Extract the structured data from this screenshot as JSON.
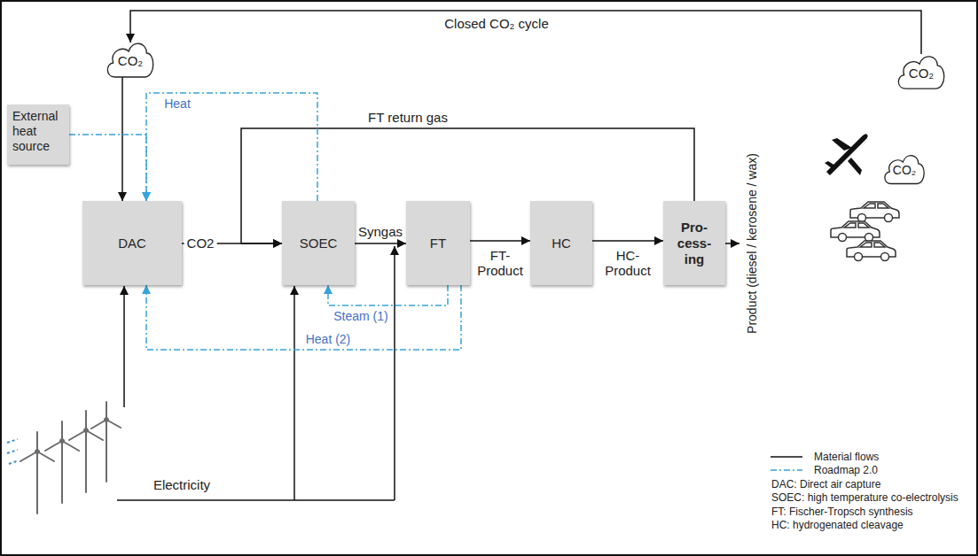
{
  "diagram": {
    "nodes": [
      {
        "text": [
          "CO₂"
        ]
      },
      {
        "text": [
          "External heat source"
        ]
      },
      {
        "text": [
          "DAC"
        ]
      },
      {
        "text": [
          "SOEC"
        ]
      },
      {
        "text": [
          "FT"
        ]
      },
      {
        "text": [
          "HC"
        ]
      },
      {
        "text": [
          "Pro- cess- ing"
        ]
      },
      {
        "text": [
          "CO₂"
        ]
      },
      {
        "text": [
          "CO₂"
        ]
      }
    ],
    "edges": [
      {
        "from": 0,
        "to": 2,
        "arrow": "to"
      },
      {
        "from": 1,
        "to": 2,
        "arrow": "to"
      },
      {
        "from": 2,
        "to": 3,
        "label": "CO2",
        "arrow": "to"
      },
      {
        "from": 3,
        "to": 4,
        "label": "Syngas",
        "arrow": "to"
      },
      {
        "from": 4,
        "to": 5,
        "label": "FT- Product",
        "arrow": "to"
      },
      {
        "from": 5,
        "to": 6,
        "label": "HC- Product",
        "arrow": "to"
      },
      {
        "from": 6,
        "to": 3,
        "label": "FT return gas",
        "arrow": "to"
      },
      {
        "from": 4,
        "to": 3,
        "label": "Steam (1)",
        "arrow": "to"
      },
      {
        "from": 4,
        "to": 2,
        "label": "Heat (2)",
        "arrow": "to"
      },
      {
        "from": 3,
        "to": 2,
        "label": "Heat",
        "arrow": "to"
      },
      {
        "from": 7,
        "to": 0,
        "label": "Closed CO₂ cycle",
        "arrow": "to"
      }
    ],
    "labels": [
      "Electricity",
      "Product (diesel / kerosene / wax)"
    ],
    "legend": [
      {
        "text": "Material flows"
      },
      {
        "text": "Roadmap 2.0"
      },
      {
        "text": "DAC: Direct air capture"
      },
      {
        "text": "SOEC: high temperature co-electrolysis"
      },
      {
        "text": "FT: Fischer-Tropsch synthesis"
      },
      {
        "text": "HC: hydrogenated cleavage"
      }
    ]
  }
}
